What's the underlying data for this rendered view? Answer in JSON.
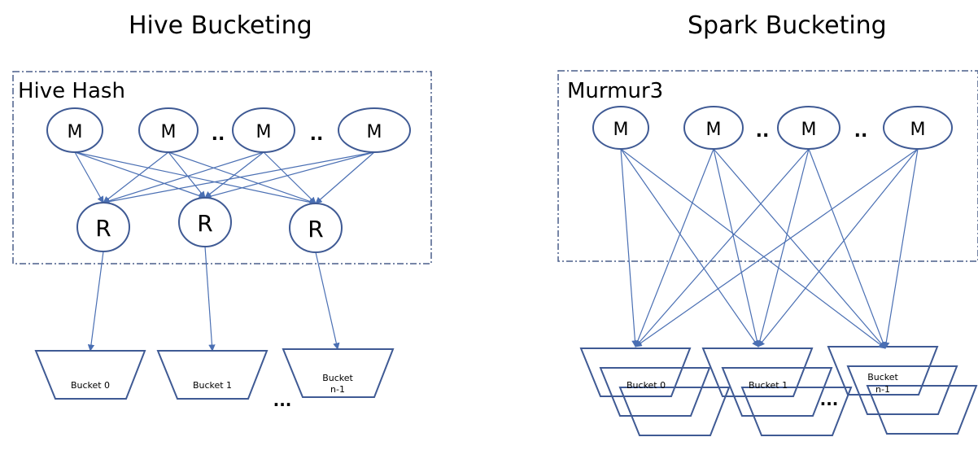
{
  "hive": {
    "title": "Hive Bucketing",
    "hash_label": "Hive Hash",
    "mapper_label": "M",
    "reducer_label": "R",
    "dots": "..",
    "ellipsis": "...",
    "buckets": [
      {
        "line1": "Bucket 0",
        "line2": ""
      },
      {
        "line1": "Bucket 1",
        "line2": ""
      },
      {
        "line1": "Bucket",
        "line2": "n-1"
      }
    ]
  },
  "spark": {
    "title": "Spark Bucketing",
    "hash_label": "Murmur3",
    "mapper_label": "M",
    "dots": "..",
    "ellipsis": "...",
    "buckets": [
      {
        "line1": "Bucket 0",
        "line2": ""
      },
      {
        "line1": "Bucket 1",
        "line2": ""
      },
      {
        "line1": "Bucket",
        "line2": "n-1"
      }
    ]
  },
  "colors": {
    "stroke": "#3f5a94",
    "arrow": "#4a6fb3",
    "dash": "#4a5f8a"
  }
}
